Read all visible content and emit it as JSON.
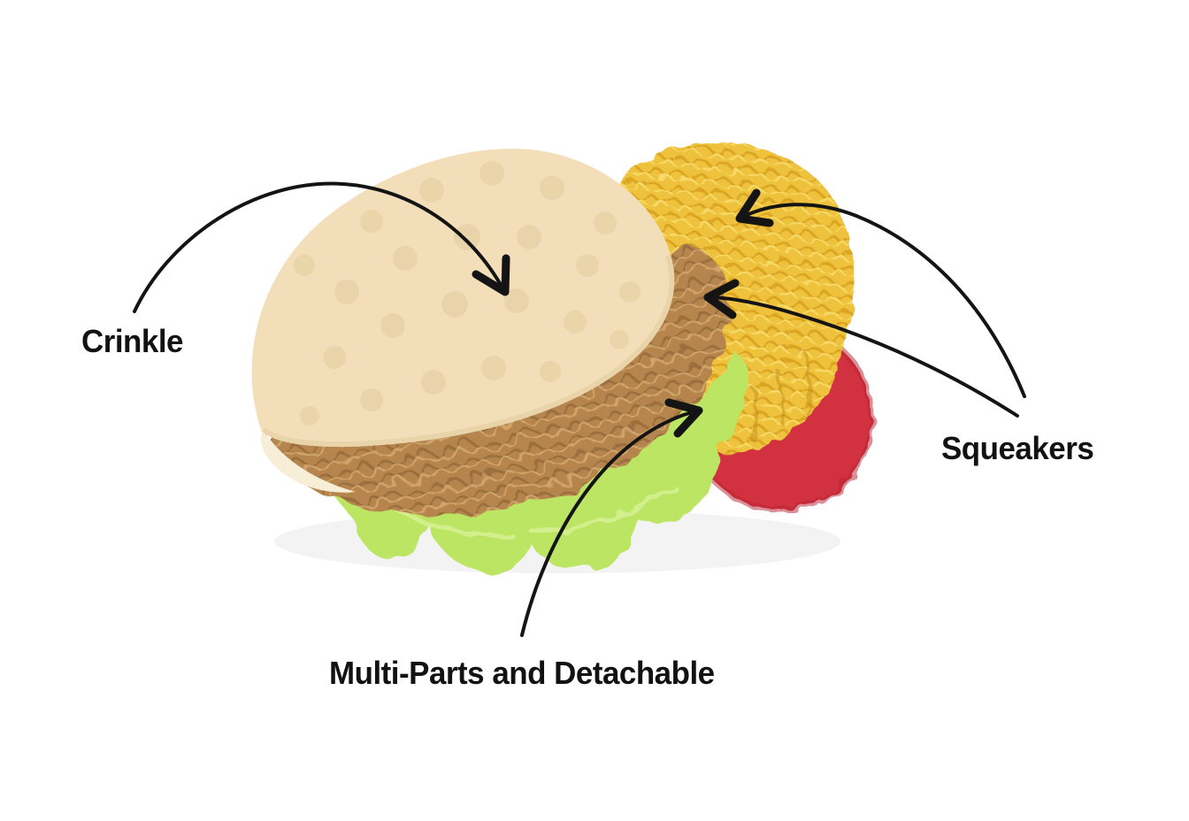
{
  "labels": {
    "crinkle": "Crinkle",
    "squeakers": "Squeakers",
    "multi_parts": "Multi-Parts and Detachable"
  },
  "illustration": {
    "subject": "plush-taco-toy",
    "parts": [
      "tortilla-shell",
      "brown-filling",
      "lettuce",
      "cheese",
      "tomato"
    ]
  },
  "colors": {
    "text": "#121212",
    "arrow": "#141414",
    "tortilla": "#f2dfba",
    "tortilla_dot": "#e3cb9d",
    "tortilla_inner": "#f7eed8",
    "filling_brown": "#b5854e",
    "lettuce_green": "#bbe564",
    "cheese_yellow": "#eec23d",
    "tomato_red": "#d23340"
  }
}
